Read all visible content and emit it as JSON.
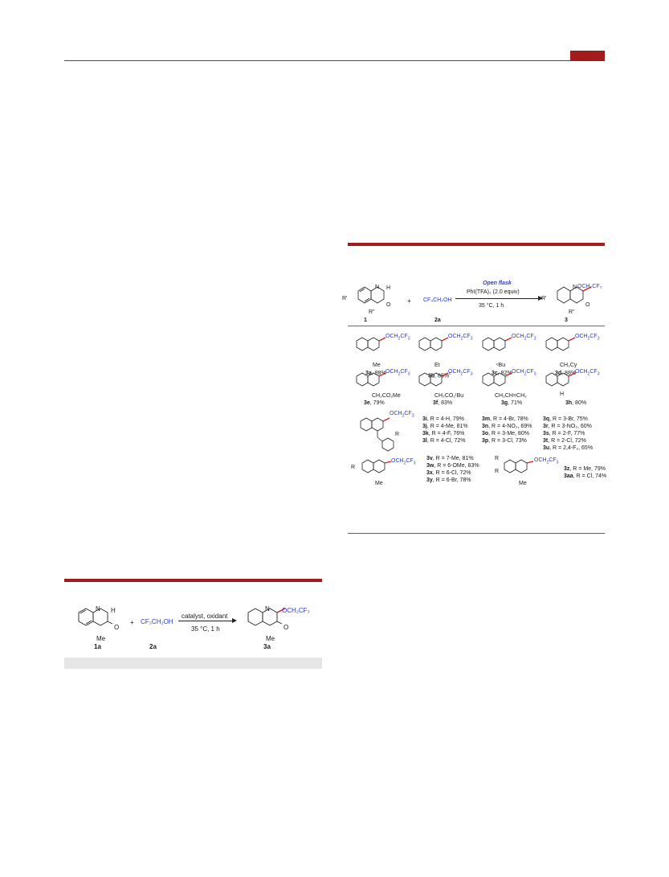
{
  "scheme_top": {
    "condition_above": "Open flask",
    "condition_mid": "PhI(TFA)₂ (2.0 equiv)",
    "condition_below": "35 °C, 1 h",
    "reactant_sub_sm": "R'",
    "reactant_sub_n": "R\"",
    "reagent": "CF₃CH₂OH",
    "plus": "+",
    "label_1": "1",
    "label_2a": "2a",
    "label_3": "3",
    "product_group": "OCH₂CF₃",
    "product_sub_sm": "R'",
    "product_sub_n": "R\"",
    "atom_N": "N",
    "atom_H": "H",
    "atom_O": "O"
  },
  "compounds_row1": [
    {
      "id": "3a",
      "yield": ", 88%",
      "n_sub": "Me"
    },
    {
      "id": "3b",
      "yield": ", 85%",
      "sup": "c",
      "n_sub": "Et"
    },
    {
      "id": "3c",
      "yield": ", 82%",
      "n_sub": "ⁿBu"
    },
    {
      "id": "3d",
      "yield": ", 88%",
      "n_sub": "CH₂Cy"
    }
  ],
  "compounds_row2": [
    {
      "id": "3e",
      "yield": ", 79%",
      "n_sub": "CH₂CO₂Me"
    },
    {
      "id": "3f",
      "yield": ", 83%",
      "n_sub": "CH₂CO₂ᵗBu"
    },
    {
      "id": "3g",
      "yield": ", 71%",
      "n_sub": "CH₂CH=CH₂"
    },
    {
      "id": "3h",
      "yield": ", 80%",
      "n_sub": "H"
    }
  ],
  "benzyl_series": {
    "ring_sub": "R",
    "col1": [
      {
        "id": "3i",
        "text": ", R = 4-H, 79%"
      },
      {
        "id": "3j",
        "text": ", R = 4-Me, 81%"
      },
      {
        "id": "3k",
        "text": ", R = 4-F, 76%"
      },
      {
        "id": "3l",
        "text": ", R = 4-Cl, 72%"
      }
    ],
    "col2": [
      {
        "id": "3m",
        "text": ", R = 4-Br, 78%"
      },
      {
        "id": "3n",
        "text": ", R = 4-NO₂, 69%"
      },
      {
        "id": "3o",
        "text": ", R = 3-Me, 80%"
      },
      {
        "id": "3p",
        "text": ", R = 3-Cl, 73%"
      }
    ],
    "col3": [
      {
        "id": "3q",
        "text": ", R = 3-Br, 75%"
      },
      {
        "id": "3r",
        "text": ", R = 3-NO₂, 60%"
      },
      {
        "id": "3s",
        "text": ", R = 2-F, 77%"
      },
      {
        "id": "3t",
        "text": ", R = 2-Cl, 72%"
      },
      {
        "id": "3u",
        "text": ", R = 2,4-F₂, 65%"
      }
    ]
  },
  "ring_series_a": {
    "sub": "R",
    "n_sub": "Me",
    "items": [
      {
        "id": "3v",
        "text": ", R = 7-Me, 81%"
      },
      {
        "id": "3w",
        "text": ", R = 6-OMe, 83%"
      },
      {
        "id": "3x",
        "text": ", R = 6-Cl, 72%"
      },
      {
        "id": "3y",
        "text": ", R = 6-Br, 78%"
      }
    ]
  },
  "ring_series_b": {
    "sub": "R",
    "n_sub": "Me",
    "items": [
      {
        "id": "3z",
        "text": ", R = Me, 79%"
      },
      {
        "id": "3aa",
        "text": ", R = Cl, 74%"
      }
    ]
  },
  "scheme_bottom": {
    "reagent": "CF₃CH₂OH",
    "plus": "+",
    "condition_above": "catalyst, oxidant",
    "condition_below": "35 °C, 1 h",
    "label_1a": "1a",
    "label_2a": "2a",
    "label_3a": "3a",
    "n_sub": "Me",
    "product_group": "OCH₂CF₃",
    "atom_N": "N",
    "atom_H": "H",
    "atom_O": "O"
  },
  "colors": {
    "accent": "#a31b1b",
    "reagent_blue": "#2a3bd6",
    "bond_red": "#d21f1f"
  }
}
